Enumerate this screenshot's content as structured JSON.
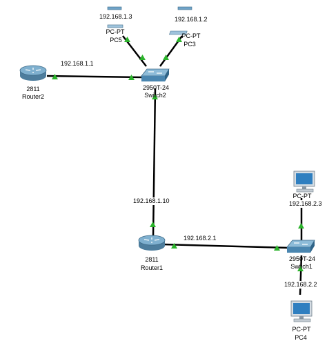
{
  "devices": {
    "pc5": {
      "model": "PC-PT",
      "name": "PC5",
      "ip": "192.168.1.3"
    },
    "pc3": {
      "model": "PC-PT",
      "name": "PC3",
      "ip": "192.168.1.2"
    },
    "router2": {
      "model": "2811",
      "name": "Router2",
      "ip": "192.168.1.1"
    },
    "switch2": {
      "model": "2950T-24",
      "name": "Switch2"
    },
    "router1": {
      "model": "2811",
      "name": "Router1",
      "ip_uplink": "192.168.1.10",
      "ip_lan": "192.168.2.1"
    },
    "switch1": {
      "model": "2950T-24",
      "name": "Switch1"
    },
    "pc_top": {
      "model": "PC-PT",
      "ip": "192.168.2.3"
    },
    "pc4": {
      "model": "PC-PT",
      "name": "PC4",
      "ip": "192.168.2.2"
    }
  },
  "colors": {
    "link": "#000000",
    "port_up": "#2bb32b",
    "router_body": "#5b8fb0",
    "switch_body": "#4a86b0",
    "pc_screen": "#2f7fc0"
  },
  "icons": {
    "router": "router-icon",
    "switch": "switch-icon",
    "pc": "pc-icon"
  }
}
